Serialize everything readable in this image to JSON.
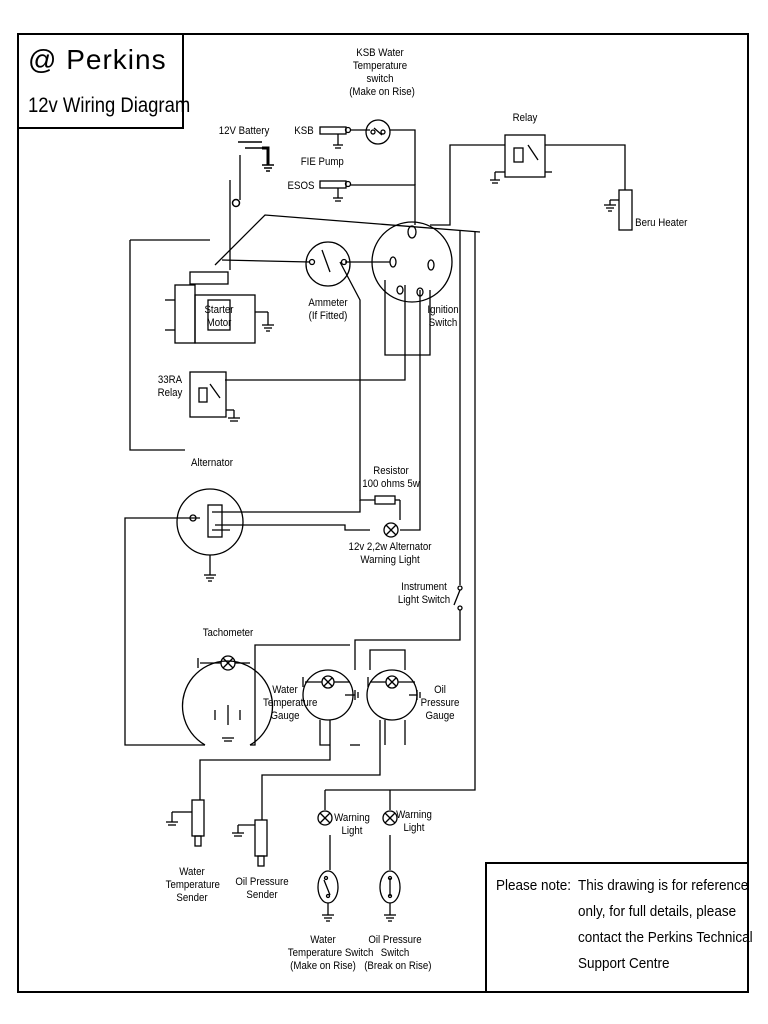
{
  "title": {
    "brand": "@ Perkins",
    "subtitle": "12v Wiring Diagram"
  },
  "note": {
    "label": "Please note:",
    "lines": [
      "This drawing is for reference",
      "only, for full details, please",
      "contact the Perkins Technical",
      "Support Centre"
    ]
  },
  "labels": {
    "ksb_water_switch": [
      "KSB Water",
      "Temperature",
      "switch",
      "(Make on Rise)"
    ],
    "battery": "12V Battery",
    "ksb": "KSB",
    "fie_pump": "FIE Pump",
    "esos": "ESOS",
    "relay": "Relay",
    "beru_heater": "Beru Heater",
    "starter_motor": [
      "Starter",
      "Motor"
    ],
    "ammeter": [
      "Ammeter",
      "(If Fitted)"
    ],
    "ignition_switch": [
      "Ignition",
      "Switch"
    ],
    "relay_33ra": [
      "33RA",
      "Relay"
    ],
    "alternator": "Alternator",
    "resistor": [
      "Resistor",
      "100 ohms 5w"
    ],
    "alt_warning_light": [
      "12v 2,2w Alternator",
      "Warning Light"
    ],
    "instrument_light_switch": [
      "Instrument",
      "Light Switch"
    ],
    "tachometer": "Tachometer",
    "water_temp_gauge": [
      "Water",
      "Temperature",
      "Gauge"
    ],
    "oil_pressure_gauge": [
      "Oil",
      "Pressure",
      "Gauge"
    ],
    "warning_light_1": [
      "Warning",
      "Light"
    ],
    "warning_light_2": [
      "Warning",
      "Light"
    ],
    "water_temp_sender": [
      "Water",
      "Temperature",
      "Sender"
    ],
    "oil_pressure_sender": [
      "Oil Pressure",
      "Sender"
    ],
    "water_temp_switch": [
      "Water",
      "Temperature Switch",
      "(Make on Rise)"
    ],
    "oil_pressure_switch": [
      "Oil Pressure",
      "Switch",
      "(Break on Rise)"
    ]
  }
}
